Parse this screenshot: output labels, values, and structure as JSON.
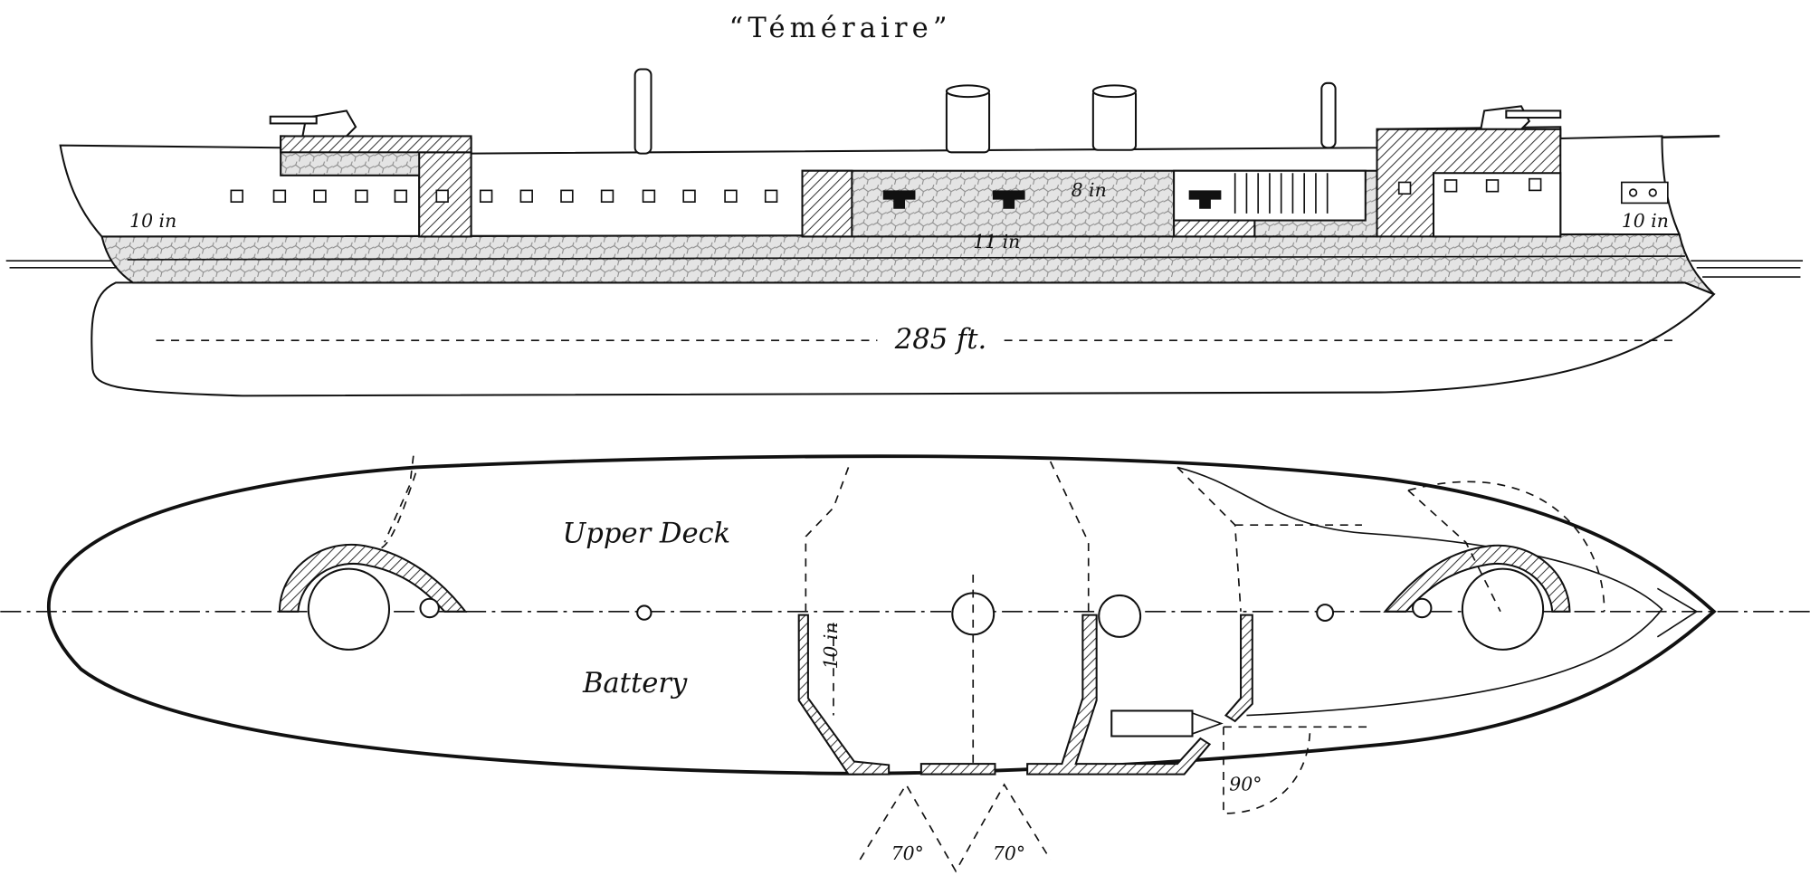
{
  "title": "“Téméraire”",
  "side_view": {
    "armor_labels": [
      "10 in",
      "8 in",
      "11 in",
      "10 in"
    ],
    "length_label": "285 ft."
  },
  "plan_view": {
    "upper_deck_label": "Upper Deck",
    "battery_label": "Battery",
    "bulkhead_label": "10 in",
    "arc_label": "90°",
    "fire_arc_labels": [
      "70°",
      "70°"
    ]
  }
}
